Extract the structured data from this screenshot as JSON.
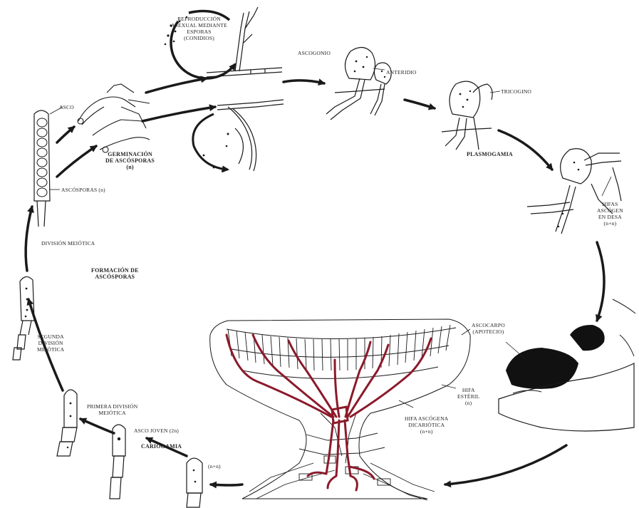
{
  "labels": {
    "reproduccion": "REPRODUCCIÓN\nASEXUAL MEDIANTE\nESPORAS\n(CONIDIOS)",
    "ascogonio": "ASCOGONIO",
    "anteridio": "ANTERIDIO",
    "tricogino": "TRICOGINO",
    "plasmogamia": "PLASMOGAMIA",
    "hifas_ascogenas": "HIFAS\nASCÓGEN\nEN DESA\n(n+n)",
    "ascocarpo": "ASCOCARPO\n(APOTECIO)",
    "hifa_esteril": "HIFA\nESTÉRIL\n(n)",
    "hifa_ascogena": "HIFA ASCÓGENA\nDICARIÓTICA\n(n+n)",
    "asco": "ASCO",
    "germinacion": "GERMINACIÓN\nDE ASCÓSPORAS\n(n)",
    "ascosporas": "ASCÓSPORAS (n)",
    "division_meiotica": "DIVISIÓN MEIÓTICA",
    "formacion": "FORMACIÓN DE\nASCÓSPORAS",
    "segunda_division": "SEGUNDA\nDIVISIÓN\nMEIÓTICA",
    "primera_division": "PRIMERA DIVISIÓN\nMEIÓTICA",
    "asco_joven": "ASCO JOVEN (2n)",
    "cariogamia": "CARIOGAMIA",
    "n_n": "(n+n)"
  },
  "colors": {
    "ink": "#1a1a1a",
    "overlay": "#8b1a2b"
  }
}
